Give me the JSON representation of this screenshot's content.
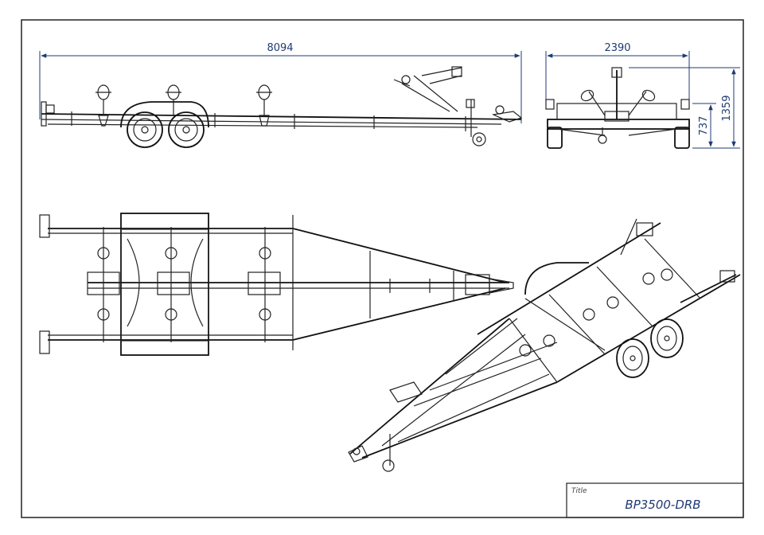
{
  "dimensions": {
    "overall_length": "8094",
    "overall_width": "2390",
    "overall_height": "1359",
    "platform_height": "737"
  },
  "title_block": {
    "label": "Title",
    "value": "BP3500-DRB"
  },
  "colors": {
    "dimension": "#1f3b73",
    "line": "#222222",
    "background": "#ffffff"
  }
}
